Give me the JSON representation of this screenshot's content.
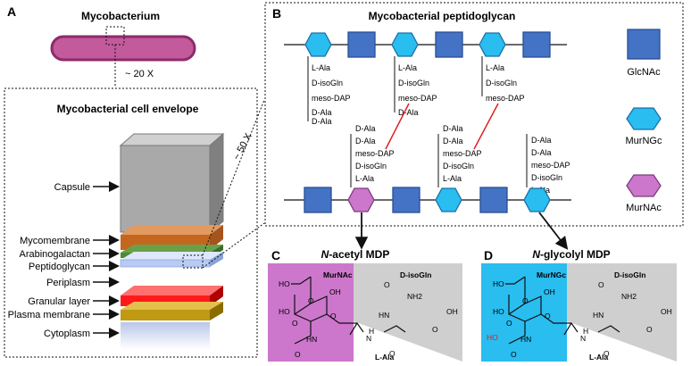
{
  "panelA": {
    "letter": "A",
    "title": "Mycobacterium",
    "zoom1": "~ 20 X",
    "envelope_title": "Mycobacterial cell envelope",
    "zoom2": "~ 50 X",
    "layers": [
      "Capsule",
      "Mycomembrane",
      "Arabinogalactan",
      "Peptidoglycan",
      "Periplasm",
      "Granular layer",
      "Plasma membrane",
      "Cytoplasm"
    ]
  },
  "panelB": {
    "letter": "B",
    "title": "Mycobacterial peptidoglycan",
    "top_chains": [
      [
        "L-Ala",
        "D-isoGln",
        "meso-DAP",
        "D-Ala",
        "D-Ala"
      ],
      [
        "L-Ala",
        "D-isoGln",
        "meso-DAP",
        "D-Ala"
      ],
      [
        "L-Ala",
        "D-isoGln",
        "meso-DAP"
      ]
    ],
    "bottom_chains": [
      [
        "D-Ala",
        "D-Ala",
        "meso-DAP",
        "D-isoGln",
        "L-Ala"
      ],
      [
        "D-Ala",
        "D-Ala",
        "meso-DAP",
        "D-isoGln",
        "L-Ala"
      ],
      [
        "D-Ala",
        "D-Ala",
        "meso-DAP",
        "D-isoGln",
        "L-Ala"
      ]
    ],
    "legend": [
      "GlcNAc",
      "MurNGc",
      "MurNAc"
    ]
  },
  "panelC": {
    "letter": "C",
    "title_italic": "N",
    "title_rest": "-acetyl MDP",
    "sugar": "MurNAc",
    "aa1": "D-isoGln",
    "aa2": "L-Ala",
    "atoms": [
      "HO",
      "OH",
      "O",
      "HO",
      "O",
      "O",
      "HN",
      "O",
      "NH2",
      "O",
      "OH",
      "HN",
      "O",
      "H",
      "N",
      "O"
    ]
  },
  "panelD": {
    "letter": "D",
    "title_italic": "N",
    "title_rest": "-glycolyl MDP",
    "sugar": "MurNGc",
    "aa1": "D-isoGln",
    "aa2": "L-Ala",
    "atoms": [
      "HO",
      "OH",
      "O",
      "HO",
      "O",
      "O",
      "HN",
      "O",
      "NH2",
      "O",
      "OH",
      "HN",
      "O",
      "HO",
      "H",
      "N",
      "O"
    ]
  },
  "colors": {
    "pink": "#c25a9b",
    "glcnac": "#4472c4",
    "murngc": "#29bdf0",
    "murnac": "#cc77cc",
    "red_link": "#e02020"
  }
}
